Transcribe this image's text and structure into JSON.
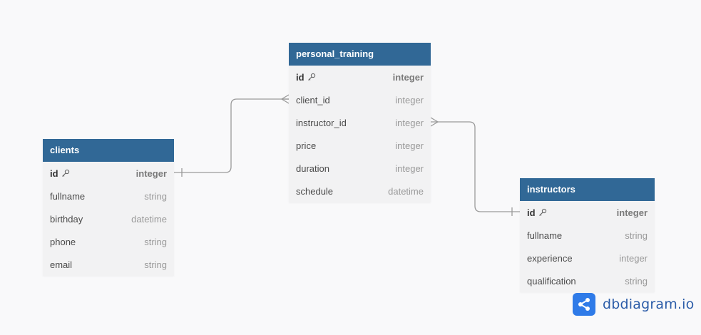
{
  "tables": {
    "clients": {
      "name": "clients",
      "fields": [
        {
          "name": "id",
          "type": "integer",
          "pk": true
        },
        {
          "name": "fullname",
          "type": "string"
        },
        {
          "name": "birthday",
          "type": "datetime"
        },
        {
          "name": "phone",
          "type": "string"
        },
        {
          "name": "email",
          "type": "string"
        }
      ]
    },
    "personal_training": {
      "name": "personal_training",
      "fields": [
        {
          "name": "id",
          "type": "integer",
          "pk": true
        },
        {
          "name": "client_id",
          "type": "integer"
        },
        {
          "name": "instructor_id",
          "type": "integer"
        },
        {
          "name": "price",
          "type": "integer"
        },
        {
          "name": "duration",
          "type": "integer"
        },
        {
          "name": "schedule",
          "type": "datetime"
        }
      ]
    },
    "instructors": {
      "name": "instructors",
      "fields": [
        {
          "name": "id",
          "type": "integer",
          "pk": true
        },
        {
          "name": "fullname",
          "type": "string"
        },
        {
          "name": "experience",
          "type": "integer"
        },
        {
          "name": "qualification",
          "type": "string"
        }
      ]
    }
  },
  "relationships": [
    {
      "from": "personal_training.client_id",
      "to": "clients.id",
      "cardinality": "many-to-one"
    },
    {
      "from": "personal_training.instructor_id",
      "to": "instructors.id",
      "cardinality": "many-to-one"
    }
  ],
  "brand": {
    "name": "dbdiagram",
    "suffix": ".io",
    "color": "#2f7be8"
  },
  "colors": {
    "header": "#316896",
    "body": "#f2f2f3",
    "background": "#f9f9fa",
    "link": "#9a9a9a"
  }
}
